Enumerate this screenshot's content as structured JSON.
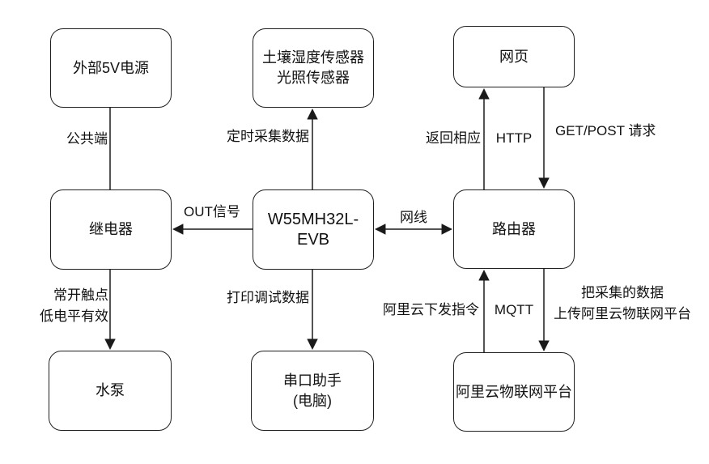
{
  "diagram": {
    "accent_color": "#1a1a1a",
    "background_color": "#ffffff",
    "nodes": {
      "power": {
        "label": "外部5V电源"
      },
      "sensors": {
        "line1": "土壤湿度传感器",
        "line2": "光照传感器"
      },
      "web": {
        "label": "网页"
      },
      "relay": {
        "label": "继电器"
      },
      "evb": {
        "label": "W55MH32L-EVB"
      },
      "router": {
        "label": "路由器"
      },
      "pump": {
        "label": "水泵"
      },
      "serial": {
        "line1": "串口助手",
        "line2": "(电脑)"
      },
      "aliyun": {
        "label": "阿里云物联网平台"
      }
    },
    "edge_labels": {
      "common_terminal": "公共端",
      "timed_collection": "定时采集数据",
      "return_response": "返回相应",
      "http": "HTTP",
      "get_post_request": "GET/POST 请求",
      "out_signal": "OUT信号",
      "network_cable": "网线",
      "normally_open": "常开触点",
      "active_low": "低电平有效",
      "print_debug": "打印调试数据",
      "aliyun_command": "阿里云下发指令",
      "mqtt": "MQTT",
      "upload_line1": "把采集的数据",
      "upload_line2": "上传阿里云物联网平台"
    }
  }
}
